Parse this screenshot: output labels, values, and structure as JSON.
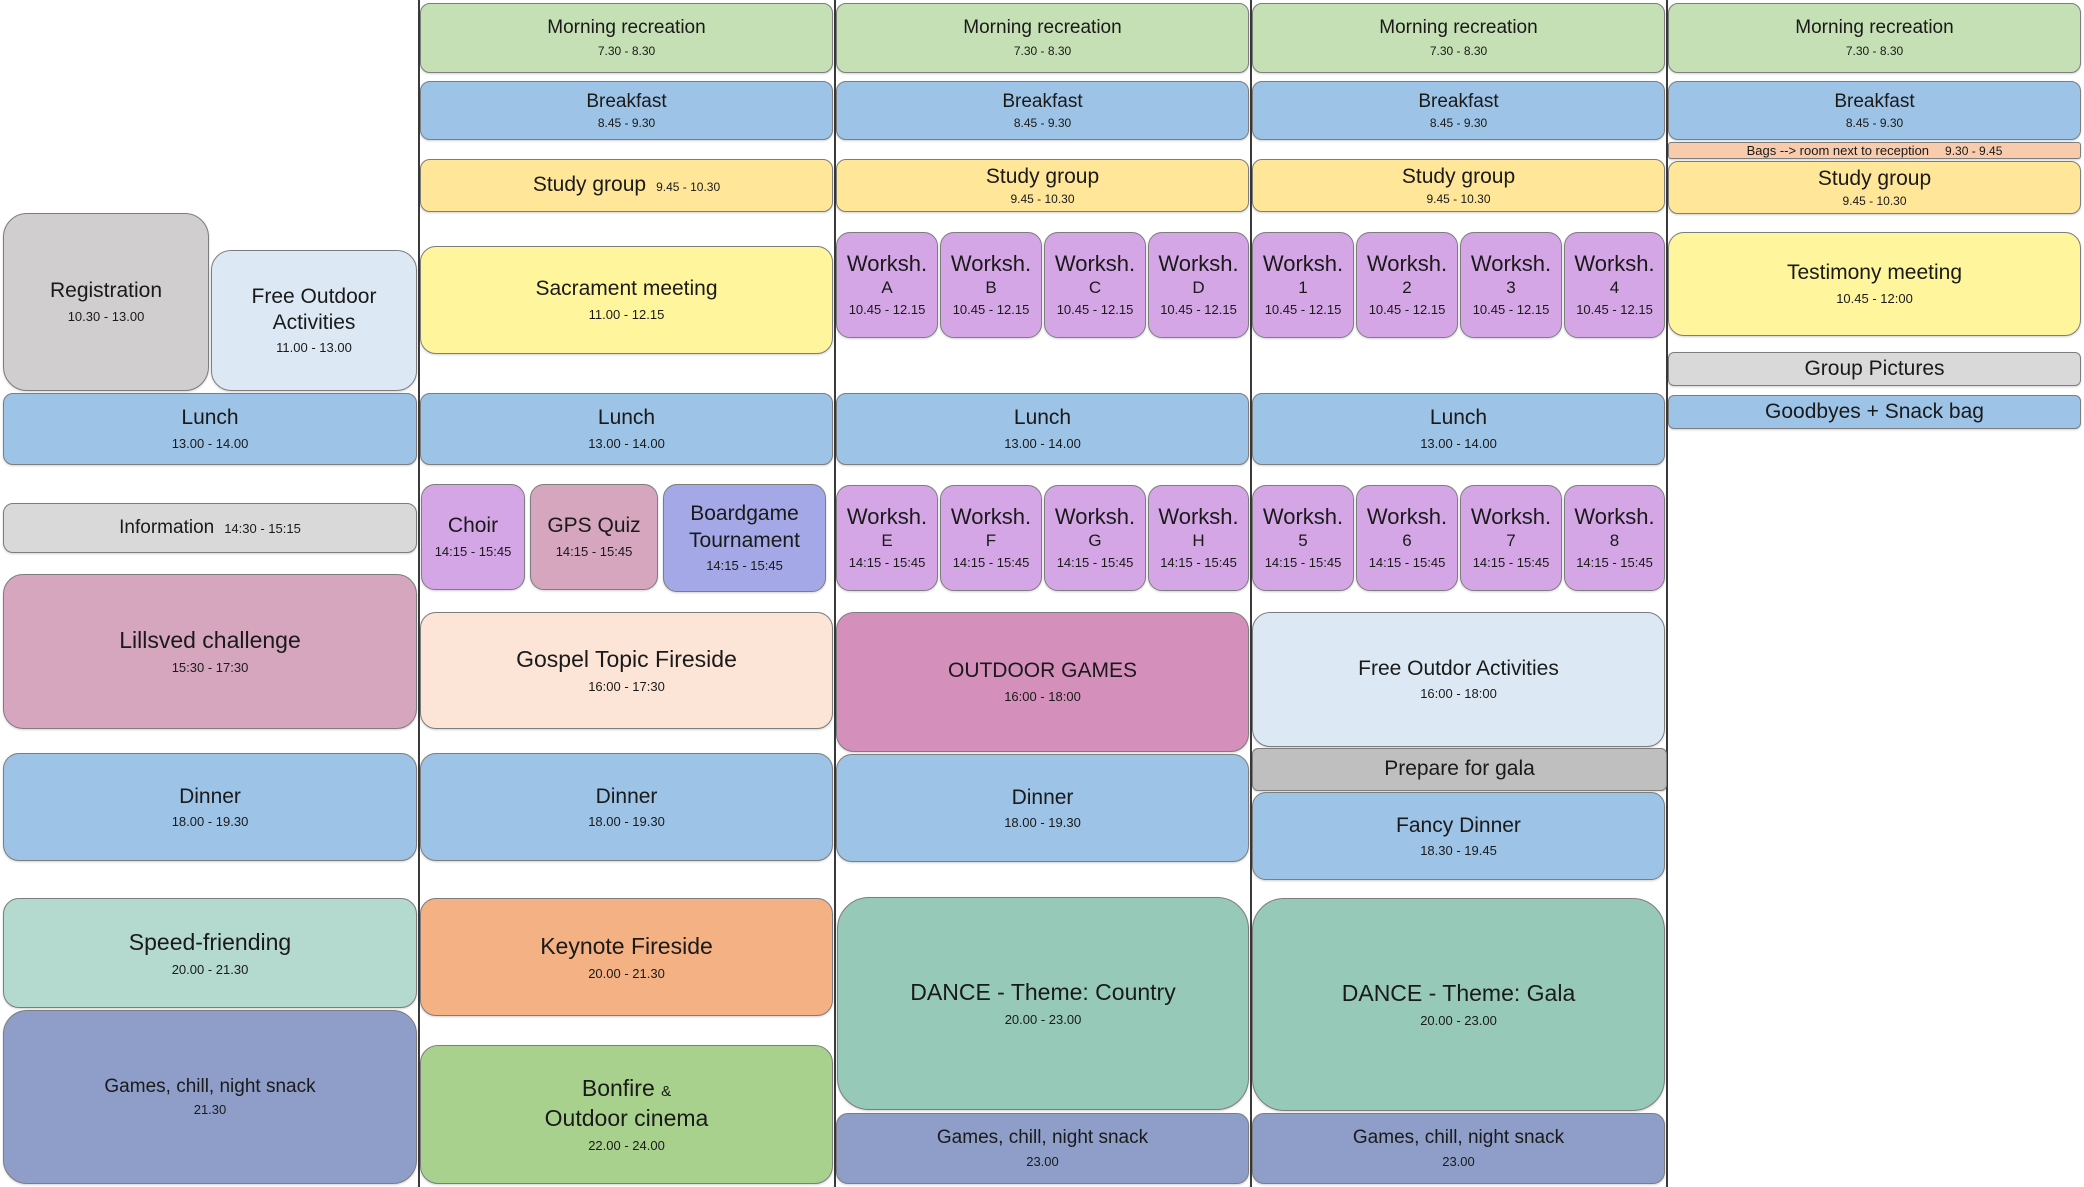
{
  "day0": {
    "registration": {
      "title": "Registration",
      "time": "10.30 - 13.00"
    },
    "free_outdoor": {
      "title": "Free Outdoor",
      "title2": "Activities",
      "time": "11.00 - 13.00"
    },
    "lunch": {
      "title": "Lunch",
      "time": "13.00 - 14.00"
    },
    "information": {
      "title": "Information",
      "time": "14:30 - 15:15"
    },
    "challenge": {
      "title": "Lillsved challenge",
      "time": "15:30 - 17:30"
    },
    "dinner": {
      "title": "Dinner",
      "time": "18.00 - 19.30"
    },
    "speed": {
      "title": "Speed-friending",
      "time": "20.00 - 21.30"
    },
    "games": {
      "title": "Games, chill, night snack",
      "time": "21.30"
    }
  },
  "day1": {
    "morning": {
      "title": "Morning recreation",
      "time": "7.30 - 8.30"
    },
    "breakfast": {
      "title": "Breakfast",
      "time": "8.45 - 9.30"
    },
    "study": {
      "title": "Study group",
      "time": "9.45 - 10.30"
    },
    "sacrament": {
      "title": "Sacrament meeting",
      "time": "11.00 - 12.15"
    },
    "lunch": {
      "title": "Lunch",
      "time": "13.00 - 14.00"
    },
    "choir": {
      "title": "Choir",
      "time": "14:15 - 15:45"
    },
    "gps": {
      "title": "GPS Quiz",
      "time": "14:15 - 15:45"
    },
    "boardgame": {
      "title": "Boardgame",
      "title2": "Tournament",
      "time": "14:15 - 15:45"
    },
    "gospel": {
      "title": "Gospel Topic Fireside",
      "time": "16:00 - 17:30"
    },
    "dinner": {
      "title": "Dinner",
      "time": "18.00 - 19.30"
    },
    "keynote": {
      "title": "Keynote Fireside",
      "time": "20.00 - 21.30"
    },
    "bonfire": {
      "title": "Bonfire",
      "amp": "&",
      "title2": "Outdoor cinema",
      "time": "22.00 - 24.00"
    }
  },
  "day2": {
    "morning": {
      "title": "Morning recreation",
      "time": "7.30 - 8.30"
    },
    "breakfast": {
      "title": "Breakfast",
      "time": "8.45 - 9.30"
    },
    "study": {
      "title": "Study group",
      "time": "9.45 - 10.30"
    },
    "ws_am": [
      {
        "title": "Worksh.",
        "sub": "A",
        "time": "10.45 - 12.15"
      },
      {
        "title": "Worksh.",
        "sub": "B",
        "time": "10.45 - 12.15"
      },
      {
        "title": "Worksh.",
        "sub": "C",
        "time": "10.45 - 12.15"
      },
      {
        "title": "Worksh.",
        "sub": "D",
        "time": "10.45 - 12.15"
      }
    ],
    "lunch": {
      "title": "Lunch",
      "time": "13.00 - 14.00"
    },
    "ws_pm": [
      {
        "title": "Worksh.",
        "sub": "E",
        "time": "14:15 - 15:45"
      },
      {
        "title": "Worksh.",
        "sub": "F",
        "time": "14:15 - 15:45"
      },
      {
        "title": "Worksh.",
        "sub": "G",
        "time": "14:15 - 15:45"
      },
      {
        "title": "Worksh.",
        "sub": "H",
        "time": "14:15 - 15:45"
      }
    ],
    "outdoor": {
      "title": "OUTDOOR GAMES",
      "time": "16:00 - 18:00"
    },
    "dinner": {
      "title": "Dinner",
      "time": "18.00 - 19.30"
    },
    "dance": {
      "title": "DANCE - Theme: Country",
      "time": "20.00 - 23.00"
    },
    "games": {
      "title": "Games, chill, night snack",
      "time": "23.00"
    }
  },
  "day3": {
    "morning": {
      "title": "Morning recreation",
      "time": "7.30 - 8.30"
    },
    "breakfast": {
      "title": "Breakfast",
      "time": "8.45 - 9.30"
    },
    "study": {
      "title": "Study group",
      "time": "9.45 - 10.30"
    },
    "ws_am": [
      {
        "title": "Worksh.",
        "sub": "1",
        "time": "10.45 - 12.15"
      },
      {
        "title": "Worksh.",
        "sub": "2",
        "time": "10.45 - 12.15"
      },
      {
        "title": "Worksh.",
        "sub": "3",
        "time": "10.45 - 12.15"
      },
      {
        "title": "Worksh.",
        "sub": "4",
        "time": "10.45 - 12.15"
      }
    ],
    "lunch": {
      "title": "Lunch",
      "time": "13.00 - 14.00"
    },
    "ws_pm": [
      {
        "title": "Worksh.",
        "sub": "5",
        "time": "14:15 - 15:45"
      },
      {
        "title": "Worksh.",
        "sub": "6",
        "time": "14:15 - 15:45"
      },
      {
        "title": "Worksh.",
        "sub": "7",
        "time": "14:15 - 15:45"
      },
      {
        "title": "Worksh.",
        "sub": "8",
        "time": "14:15 - 15:45"
      }
    ],
    "free_outdoor": {
      "title": "Free Outdor Activities",
      "time": "16:00 - 18:00"
    },
    "prepare": {
      "title": "Prepare for gala"
    },
    "fancy": {
      "title": "Fancy Dinner",
      "time": "18.30 - 19.45"
    },
    "dance": {
      "title": "DANCE - Theme: Gala",
      "time": "20.00 - 23.00"
    },
    "games": {
      "title": "Games, chill, night snack",
      "time": "23.00"
    }
  },
  "day4": {
    "morning": {
      "title": "Morning recreation",
      "time": "7.30 - 8.30"
    },
    "breakfast": {
      "title": "Breakfast",
      "time": "8.45 - 9.30"
    },
    "bags": {
      "title": "Bags  --> room next to reception",
      "time": "9.30 - 9.45"
    },
    "study": {
      "title": "Study group",
      "time": "9.45 - 10.30"
    },
    "testimony": {
      "title": "Testimony meeting",
      "time": "10.45 - 12:00"
    },
    "pictures": {
      "title": "Group Pictures"
    },
    "goodbyes": {
      "title": "Goodbyes + Snack bag"
    }
  }
}
